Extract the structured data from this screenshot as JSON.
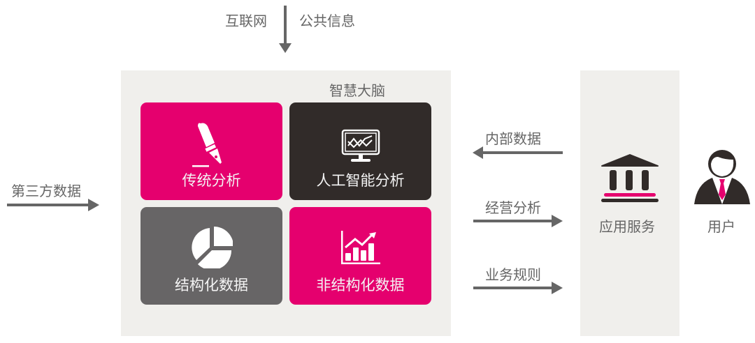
{
  "top_input": {
    "left_label": "互联网",
    "right_label": "公共信息"
  },
  "left_input": {
    "label": "第三方数据"
  },
  "brain": {
    "title": "智慧大脑",
    "tiles": [
      {
        "label": "传统分析",
        "icon": "fountain-pen-icon",
        "color": "#e5006e"
      },
      {
        "label": "人工智能分析",
        "icon": "monitor-chart-icon",
        "color": "#312b29"
      },
      {
        "label": "结构化数据",
        "icon": "pie-chart-icon",
        "color": "#676566"
      },
      {
        "label": "非结构化数据",
        "icon": "bar-chart-trend-icon",
        "color": "#e5006e"
      }
    ]
  },
  "flows": [
    {
      "label": "内部数据",
      "direction": "left"
    },
    {
      "label": "经营分析",
      "direction": "right"
    },
    {
      "label": "业务规则",
      "direction": "right"
    }
  ],
  "service": {
    "label": "应用服务",
    "icon": "bank-building-icon"
  },
  "user": {
    "label": "用户",
    "icon": "businessman-icon"
  }
}
